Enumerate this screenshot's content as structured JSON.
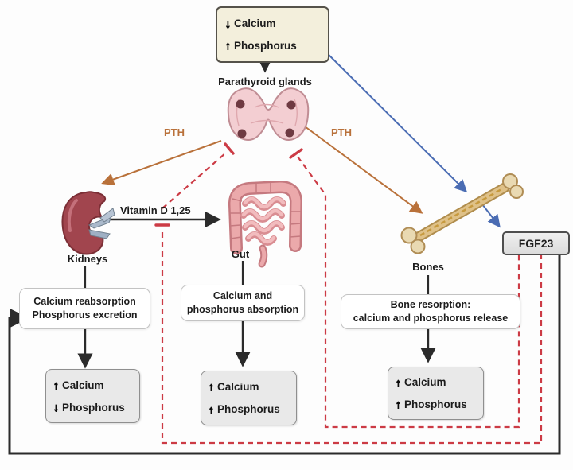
{
  "stimulus_box": {
    "items": [
      {
        "glyph": "↓",
        "label": "Calcium"
      },
      {
        "glyph": "↑",
        "label": "Phosphorus"
      }
    ]
  },
  "labels": {
    "parathyroid_glands": "Parathyroid glands",
    "pth_left": "PTH",
    "pth_right": "PTH",
    "vitamin_d": "Vitamin D 1,25",
    "kidneys": "Kidneys",
    "gut": "Gut",
    "bones": "Bones",
    "fgf23": "FGF23"
  },
  "process_boxes": {
    "kidneys": {
      "line1": "Calcium reabsorption",
      "line2": "Phosphorus excretion"
    },
    "gut": {
      "line1": "Calcium and",
      "line2": "phosphorus absorption"
    },
    "bones": {
      "line1": "Bone resorption:",
      "line2": "calcium and phosphorus release"
    }
  },
  "result_boxes": {
    "kidneys": {
      "items": [
        {
          "glyph": "↑",
          "label": "Calcium"
        },
        {
          "glyph": "↓",
          "label": "Phosphorus"
        }
      ]
    },
    "gut": {
      "items": [
        {
          "glyph": "↑",
          "label": "Calcium"
        },
        {
          "glyph": "↑",
          "label": "Phosphorus"
        }
      ]
    },
    "bones": {
      "items": [
        {
          "glyph": "↑",
          "label": "Calcium"
        },
        {
          "glyph": "↑",
          "label": "Phosphorus"
        }
      ]
    }
  },
  "colors": {
    "pth_arrow": "#b9713a",
    "phosphate_signal_arrow": "#4a6cb3",
    "inhibition_dashed": "#cc3b45",
    "stimulus_box_bg": "#f3efdc",
    "result_box_bg": "#e9e9e9",
    "fgf23_box_bg": "#e4e4e4"
  }
}
